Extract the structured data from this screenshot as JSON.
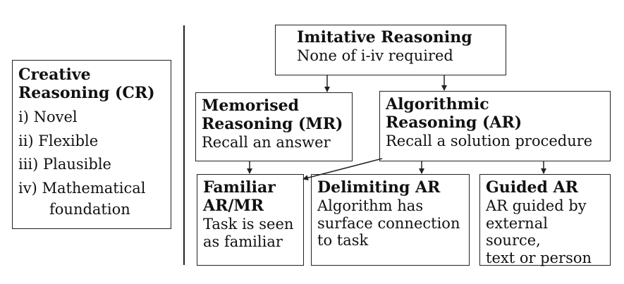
{
  "creative": {
    "title_line1": "Creative",
    "title_line2": "Reasoning (CR)",
    "items": [
      {
        "label": "i) Novel"
      },
      {
        "label": "ii) Flexible"
      },
      {
        "label": "iii) Plausible"
      },
      {
        "label": "iv) Mathematical",
        "label2": "foundation"
      }
    ]
  },
  "imitative": {
    "title": "Imitative Reasoning",
    "text": "None of i-iv required"
  },
  "memorised": {
    "title_line1": "Memorised",
    "title_line2": "Reasoning (MR)",
    "text": "Recall an answer"
  },
  "algorithmic": {
    "title_line1": "Algorithmic",
    "title_line2": "Reasoning (AR)",
    "text": "Recall a solution procedure"
  },
  "familiar": {
    "title_line1": "Familiar",
    "title_line2": "AR/MR",
    "text_line1": "Task is seen",
    "text_line2": "as familiar"
  },
  "delimiting": {
    "title": "Delimiting AR",
    "text_line1": "Algorithm has",
    "text_line2": "surface connection",
    "text_line3": "to task"
  },
  "guided": {
    "title": "Guided AR",
    "text_line1": "AR guided by",
    "text_line2": "external source,",
    "text_line3": "text or person"
  }
}
